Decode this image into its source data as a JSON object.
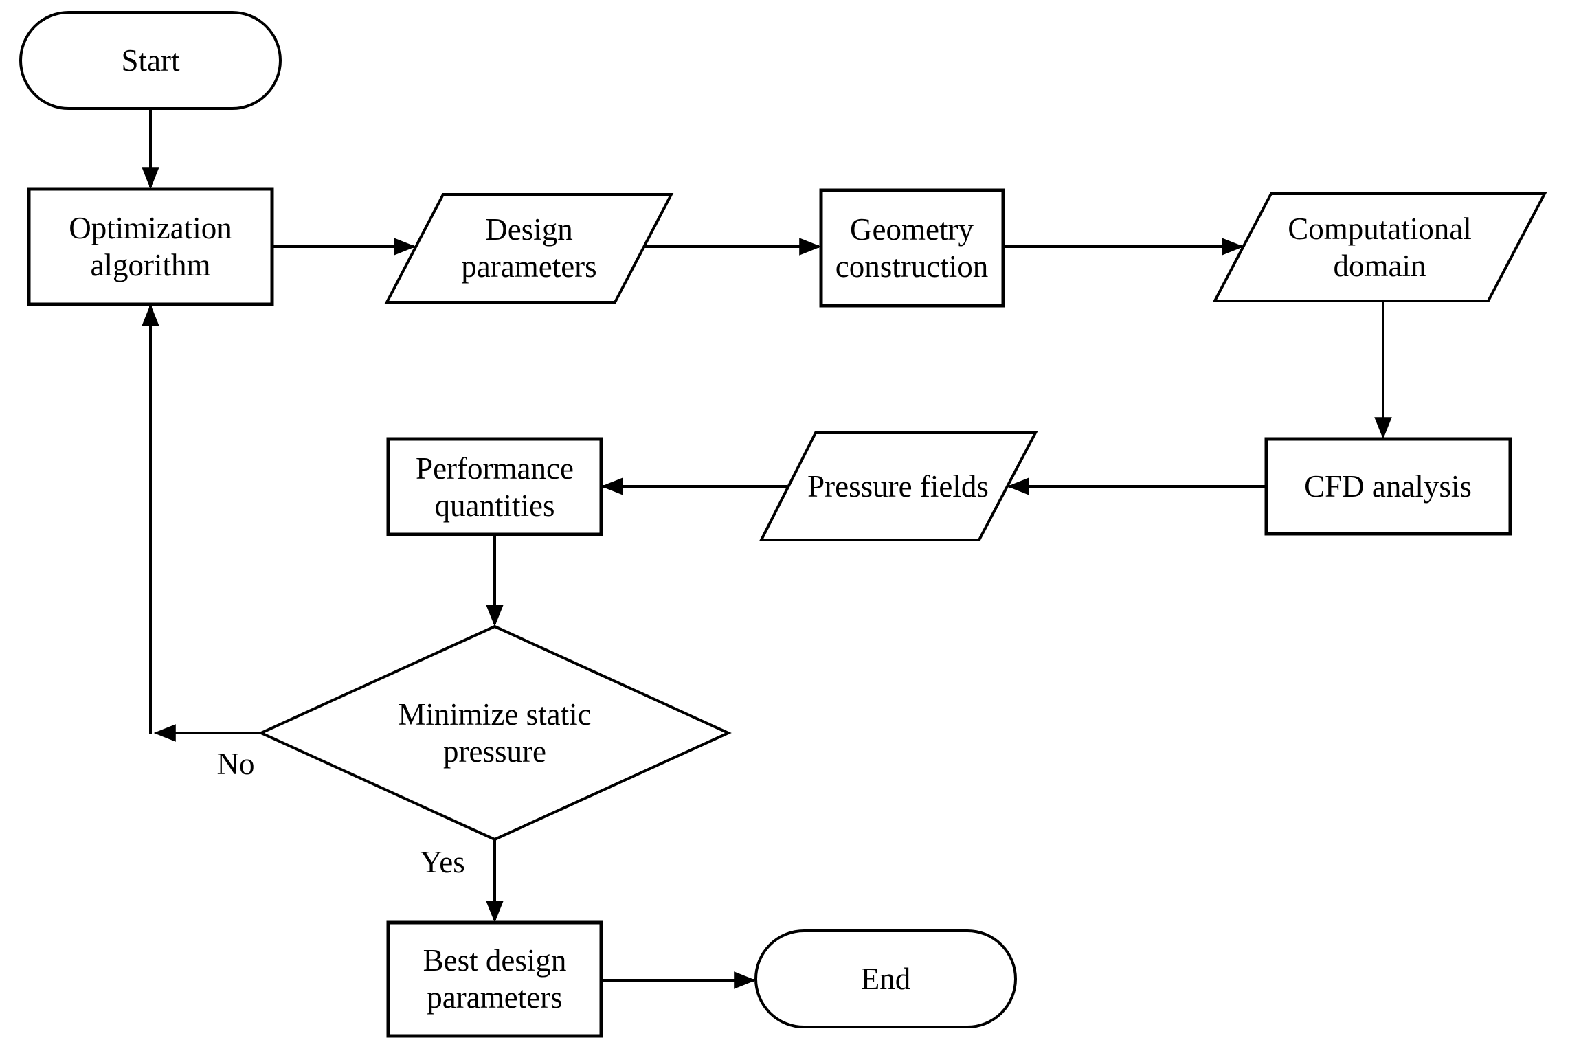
{
  "diagram": {
    "background": "#ffffff",
    "stroke_color": "#000000",
    "text_color": "#000000",
    "nodes": {
      "start": {
        "type": "terminator",
        "lines": [
          "Start"
        ]
      },
      "optimization": {
        "type": "process",
        "lines": [
          "Optimization",
          "algorithm"
        ]
      },
      "design": {
        "type": "data",
        "lines": [
          "Design",
          "parameters"
        ]
      },
      "geometry": {
        "type": "process",
        "lines": [
          "Geometry",
          "construction"
        ]
      },
      "computational": {
        "type": "data",
        "lines": [
          "Computational",
          "domain"
        ]
      },
      "cfd": {
        "type": "process",
        "lines": [
          "CFD analysis"
        ]
      },
      "pressure": {
        "type": "data",
        "lines": [
          "Pressure fields"
        ]
      },
      "performance": {
        "type": "process",
        "lines": [
          "Performance",
          "quantities"
        ]
      },
      "decision": {
        "type": "decision",
        "lines": [
          "Minimize static",
          "pressure"
        ]
      },
      "best": {
        "type": "process",
        "lines": [
          "Best design",
          "parameters"
        ]
      },
      "end": {
        "type": "terminator",
        "lines": [
          "End"
        ]
      }
    },
    "edge_labels": {
      "no": "No",
      "yes": "Yes"
    },
    "edges": [
      {
        "from": "start",
        "to": "optimization",
        "label": ""
      },
      {
        "from": "optimization",
        "to": "design",
        "label": ""
      },
      {
        "from": "design",
        "to": "geometry",
        "label": ""
      },
      {
        "from": "geometry",
        "to": "computational",
        "label": ""
      },
      {
        "from": "computational",
        "to": "cfd",
        "label": ""
      },
      {
        "from": "cfd",
        "to": "pressure",
        "label": ""
      },
      {
        "from": "pressure",
        "to": "performance",
        "label": ""
      },
      {
        "from": "performance",
        "to": "decision",
        "label": ""
      },
      {
        "from": "decision",
        "to": "optimization",
        "label": "No"
      },
      {
        "from": "decision",
        "to": "best",
        "label": "Yes"
      },
      {
        "from": "best",
        "to": "end",
        "label": ""
      }
    ]
  }
}
